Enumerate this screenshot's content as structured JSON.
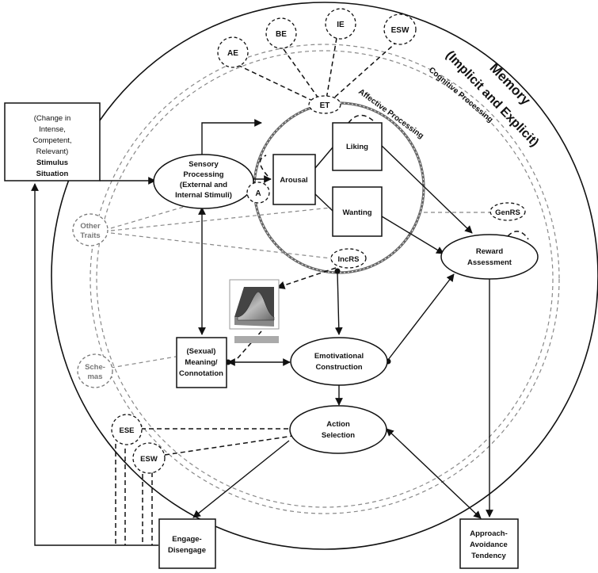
{
  "memory": {
    "line1": "Memory",
    "line2": "(Implicit and Explicit)"
  },
  "cognitive_label": "Cognitive Processing",
  "affective_label": "Affective Processing",
  "emotion_traits": {
    "ae": "AE",
    "be": "BE",
    "ie": "IE",
    "esw": "ESW",
    "et": "ET"
  },
  "stimulus": {
    "lines": [
      "(Change in",
      "Intense,",
      "Competent,",
      "Relevant)"
    ],
    "bold1": "Stimulus",
    "bold2": "Situation"
  },
  "sensory": {
    "l1": "Sensory",
    "l2": "Processing",
    "l3": "(External and",
    "l4": "Internal Stimuli)"
  },
  "a_node": "A",
  "arousal": "Arousal",
  "liking": "Liking",
  "wanting": "Wanting",
  "other_traits": {
    "l1": "Other",
    "l2": "Traits"
  },
  "genrs": "GenRS",
  "incrs": "IncRS",
  "reward": {
    "l1": "Reward",
    "l2": "Assessment"
  },
  "meaning": {
    "l1": "(Sexual)",
    "l2": "Meaning/",
    "l3": "Connotation"
  },
  "schemas": {
    "l1": "Sche-",
    "l2": "mas"
  },
  "emotivational": {
    "l1": "Emotivational",
    "l2": "Construction"
  },
  "action": {
    "l1": "Action",
    "l2": "Selection"
  },
  "ese": "ESE",
  "esw2": "ESW",
  "engage": {
    "l1": "Engage-",
    "l2": "Disengage"
  },
  "approach": {
    "l1": "Approach-",
    "l2": "Avoidance",
    "l3": "Tendency"
  }
}
